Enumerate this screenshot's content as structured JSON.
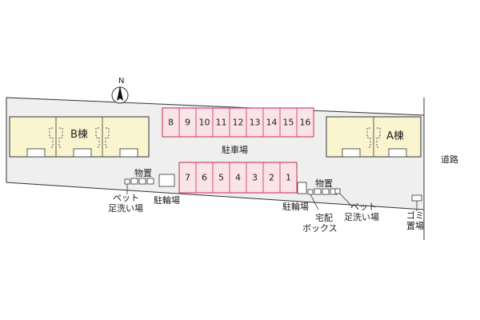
{
  "compass": {
    "label": "N"
  },
  "buildings": {
    "b": {
      "label": "B棟"
    },
    "a": {
      "label": "A棟"
    }
  },
  "parking": {
    "label": "駐車場",
    "top_row": [
      "8",
      "9",
      "10",
      "11",
      "12",
      "13",
      "14",
      "15",
      "16"
    ],
    "bottom_row": [
      "7",
      "6",
      "5",
      "4",
      "3",
      "2",
      "1"
    ]
  },
  "facilities": {
    "storage_left": "物置",
    "storage_right": "物置",
    "bike_left": "駐輪場",
    "bike_right": "駐輪場",
    "pet_left_line1": "ペット",
    "pet_left_line2": "足洗い場",
    "pet_right_line1": "ペット",
    "pet_right_line2": "足洗い場",
    "delivery_line1": "宅配",
    "delivery_line2": "ボックス",
    "garbage_line1": "ゴミ",
    "garbage_line2": "置場"
  },
  "road": {
    "label": "道路"
  },
  "colors": {
    "lot": "#efefef",
    "building": "#fbf5cf",
    "parking": "#fbe3ea",
    "parking_border": "#d04a6a",
    "outline": "#333333"
  }
}
